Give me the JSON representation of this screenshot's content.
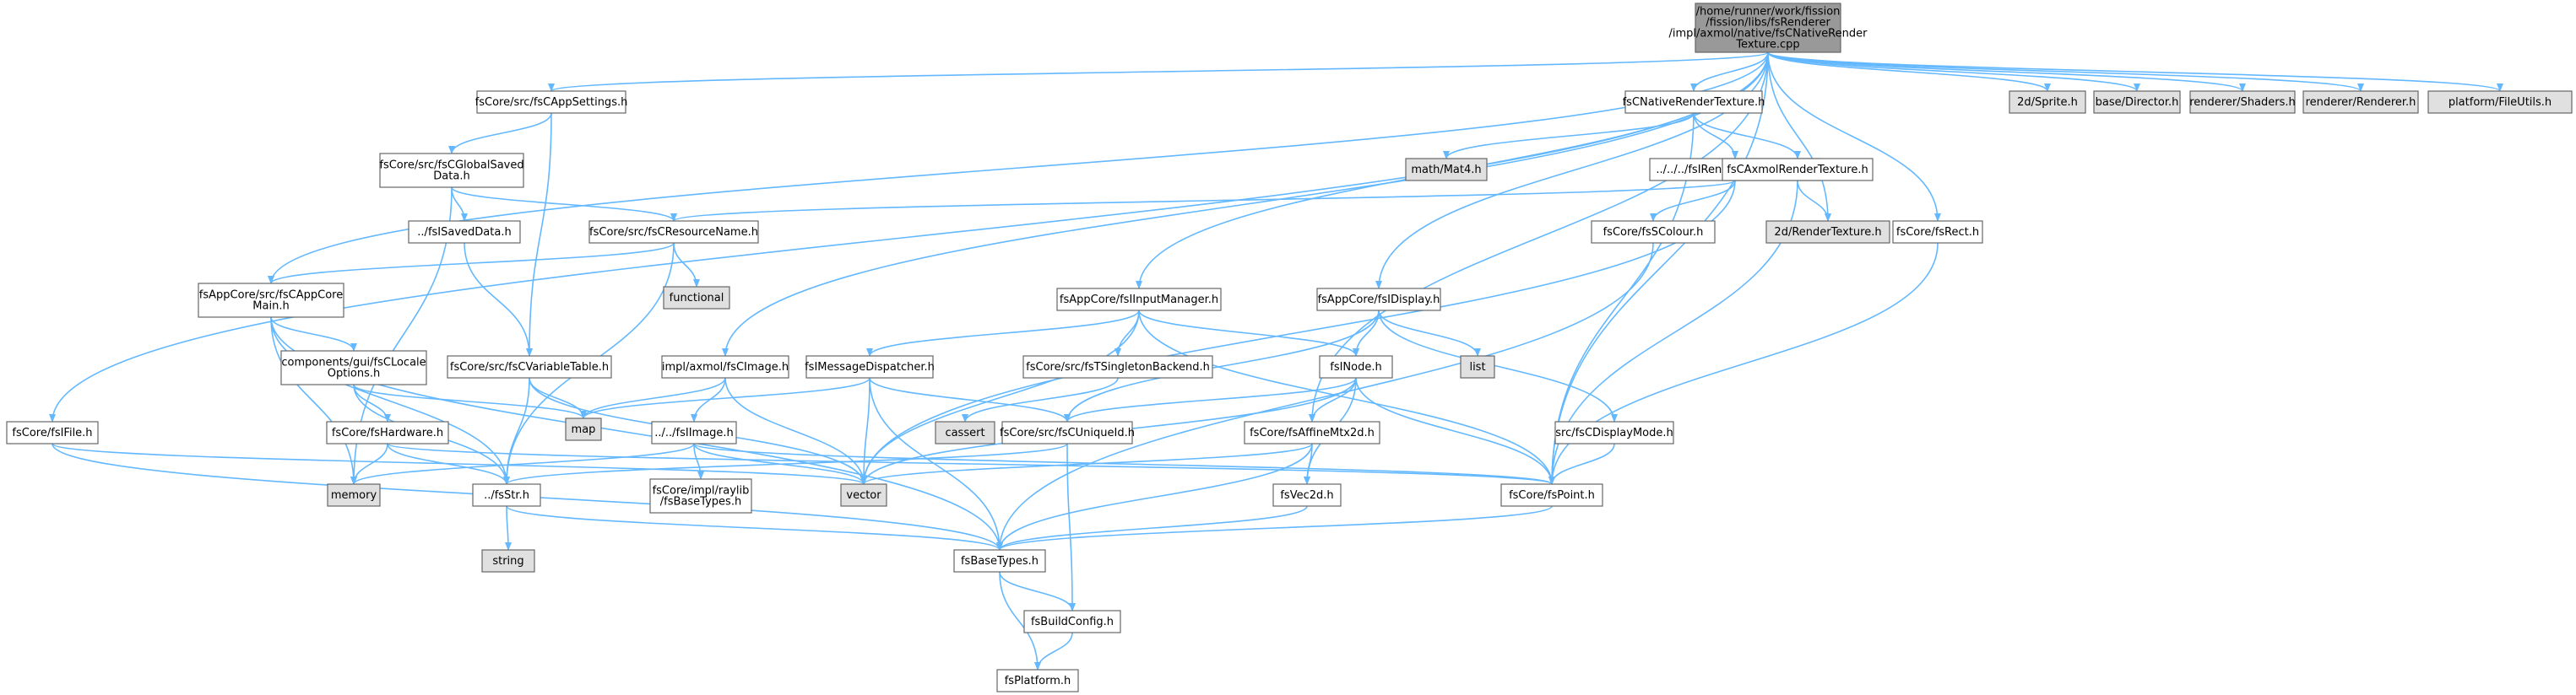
{
  "colors": {
    "edge": "#63b8ff",
    "node_fill": "#ffffff",
    "root_fill": "#999999",
    "external_fill": "#e0e0e0",
    "border": "#666666"
  },
  "nodes": [
    {
      "id": "root",
      "lines": [
        "/home/runner/work/fission",
        "/fission/libs/fsRenderer",
        "/impl/axmol/native/fsCNativeRender",
        "Texture.cpp"
      ],
      "kind": "root"
    },
    {
      "id": "appsettings",
      "lines": [
        "fsCore/src/fsCAppSettings.h"
      ],
      "kind": "file"
    },
    {
      "id": "nativerendertex",
      "lines": [
        "fsCNativeRenderTexture.h"
      ],
      "kind": "file"
    },
    {
      "id": "sprite",
      "lines": [
        "2d/Sprite.h"
      ],
      "kind": "external"
    },
    {
      "id": "director",
      "lines": [
        "base/Director.h"
      ],
      "kind": "external"
    },
    {
      "id": "shaders",
      "lines": [
        "renderer/Shaders.h"
      ],
      "kind": "external"
    },
    {
      "id": "renderer",
      "lines": [
        "renderer/Renderer.h"
      ],
      "kind": "external"
    },
    {
      "id": "fileutils",
      "lines": [
        "platform/FileUtils.h"
      ],
      "kind": "external"
    },
    {
      "id": "globalsaved",
      "lines": [
        "fsCore/src/fsCGlobalSaved",
        "Data.h"
      ],
      "kind": "file"
    },
    {
      "id": "mat4",
      "lines": [
        "math/Mat4.h"
      ],
      "kind": "external"
    },
    {
      "id": "irendertex",
      "lines": [
        "../../../fsIRenderableTexture.h"
      ],
      "kind": "file"
    },
    {
      "id": "axmolrendertex",
      "lines": [
        "fsCAxmolRenderTexture.h"
      ],
      "kind": "file"
    },
    {
      "id": "isaveddata",
      "lines": [
        "../fsISavedData.h"
      ],
      "kind": "file"
    },
    {
      "id": "resourcename",
      "lines": [
        "fsCore/src/fsCResourceName.h"
      ],
      "kind": "file"
    },
    {
      "id": "colour",
      "lines": [
        "fsCore/fsSColour.h"
      ],
      "kind": "file"
    },
    {
      "id": "rendertexture",
      "lines": [
        "2d/RenderTexture.h"
      ],
      "kind": "external"
    },
    {
      "id": "rect",
      "lines": [
        "fsCore/fsRect.h"
      ],
      "kind": "file"
    },
    {
      "id": "functional",
      "lines": [
        "functional"
      ],
      "kind": "external"
    },
    {
      "id": "appcoremain",
      "lines": [
        "fsAppCore/src/fsCAppCore",
        "Main.h"
      ],
      "kind": "file"
    },
    {
      "id": "inputmanager",
      "lines": [
        "fsAppCore/fsIInputManager.h"
      ],
      "kind": "file"
    },
    {
      "id": "idisplay",
      "lines": [
        "fsAppCore/fsIDisplay.h"
      ],
      "kind": "file"
    },
    {
      "id": "localeoptions",
      "lines": [
        "components/gui/fsCLocale",
        "Options.h"
      ],
      "kind": "file"
    },
    {
      "id": "variabletable",
      "lines": [
        "fsCore/src/fsCVariableTable.h"
      ],
      "kind": "file"
    },
    {
      "id": "cimage",
      "lines": [
        "impl/axmol/fsCImage.h"
      ],
      "kind": "file"
    },
    {
      "id": "msgdispatcher",
      "lines": [
        "fsIMessageDispatcher.h"
      ],
      "kind": "file"
    },
    {
      "id": "singletonbackend",
      "lines": [
        "fsCore/src/fsTSingletonBackend.h"
      ],
      "kind": "file"
    },
    {
      "id": "inode",
      "lines": [
        "fsINode.h"
      ],
      "kind": "file"
    },
    {
      "id": "list",
      "lines": [
        "list"
      ],
      "kind": "external"
    },
    {
      "id": "ifile",
      "lines": [
        "fsCore/fsIFile.h"
      ],
      "kind": "file"
    },
    {
      "id": "hardware",
      "lines": [
        "fsCore/fsHardware.h"
      ],
      "kind": "file"
    },
    {
      "id": "map",
      "lines": [
        "map"
      ],
      "kind": "external"
    },
    {
      "id": "iimage",
      "lines": [
        "../../fsIImage.h"
      ],
      "kind": "file"
    },
    {
      "id": "cassert",
      "lines": [
        "cassert"
      ],
      "kind": "external"
    },
    {
      "id": "uniqueid",
      "lines": [
        "fsCore/src/fsCUniqueId.h"
      ],
      "kind": "file"
    },
    {
      "id": "affinemtx",
      "lines": [
        "fsCore/fsAffineMtx2d.h"
      ],
      "kind": "file"
    },
    {
      "id": "displaymode",
      "lines": [
        "src/fsCDisplayMode.h"
      ],
      "kind": "file"
    },
    {
      "id": "memory",
      "lines": [
        "memory"
      ],
      "kind": "external"
    },
    {
      "id": "fsstr",
      "lines": [
        "../fsStr.h"
      ],
      "kind": "file"
    },
    {
      "id": "raylib",
      "lines": [
        "fsCore/impl/raylib",
        "/fsBaseTypes.h"
      ],
      "kind": "file"
    },
    {
      "id": "vector",
      "lines": [
        "vector"
      ],
      "kind": "external"
    },
    {
      "id": "vec2d",
      "lines": [
        "fsVec2d.h"
      ],
      "kind": "file"
    },
    {
      "id": "point",
      "lines": [
        "fsCore/fsPoint.h"
      ],
      "kind": "file"
    },
    {
      "id": "string",
      "lines": [
        "string"
      ],
      "kind": "external"
    },
    {
      "id": "basetypes",
      "lines": [
        "fsBaseTypes.h"
      ],
      "kind": "file"
    },
    {
      "id": "buildconfig",
      "lines": [
        "fsBuildConfig.h"
      ],
      "kind": "file"
    },
    {
      "id": "platform",
      "lines": [
        "fsPlatform.h"
      ],
      "kind": "file"
    }
  ],
  "edges": [
    [
      "root",
      "appsettings"
    ],
    [
      "root",
      "nativerendertex"
    ],
    [
      "root",
      "sprite"
    ],
    [
      "root",
      "director"
    ],
    [
      "root",
      "shaders"
    ],
    [
      "root",
      "renderer"
    ],
    [
      "root",
      "fileutils"
    ],
    [
      "root",
      "appcoremain"
    ],
    [
      "root",
      "inputmanager"
    ],
    [
      "root",
      "idisplay"
    ],
    [
      "root",
      "cimage"
    ],
    [
      "root",
      "ifile"
    ],
    [
      "root",
      "affinemtx"
    ],
    [
      "root",
      "rendertexture"
    ],
    [
      "root",
      "rect"
    ],
    [
      "root",
      "point"
    ],
    [
      "appsettings",
      "globalsaved"
    ],
    [
      "appsettings",
      "variabletable"
    ],
    [
      "nativerendertex",
      "mat4"
    ],
    [
      "nativerendertex",
      "irendertex"
    ],
    [
      "nativerendertex",
      "axmolrendertex"
    ],
    [
      "nativerendertex",
      "point"
    ],
    [
      "globalsaved",
      "isaveddata"
    ],
    [
      "globalsaved",
      "resourcename"
    ],
    [
      "globalsaved",
      "memory"
    ],
    [
      "irendertex",
      "resourcename"
    ],
    [
      "irendertex",
      "colour"
    ],
    [
      "irendertex",
      "vector"
    ],
    [
      "axmolrendertex",
      "rendertexture"
    ],
    [
      "axmolrendertex",
      "point"
    ],
    [
      "isaveddata",
      "variabletable"
    ],
    [
      "resourcename",
      "functional"
    ],
    [
      "resourcename",
      "appcoremain"
    ],
    [
      "resourcename",
      "fsstr"
    ],
    [
      "colour",
      "basetypes"
    ],
    [
      "rect",
      "point"
    ],
    [
      "appcoremain",
      "localeoptions"
    ],
    [
      "appcoremain",
      "memory"
    ],
    [
      "appcoremain",
      "fsstr"
    ],
    [
      "appcoremain",
      "basetypes"
    ],
    [
      "inputmanager",
      "msgdispatcher"
    ],
    [
      "inputmanager",
      "singletonbackend"
    ],
    [
      "inputmanager",
      "inode"
    ],
    [
      "inputmanager",
      "vector"
    ],
    [
      "inputmanager",
      "point"
    ],
    [
      "idisplay",
      "list"
    ],
    [
      "idisplay",
      "inode"
    ],
    [
      "idisplay",
      "uniqueid"
    ],
    [
      "idisplay",
      "displaymode"
    ],
    [
      "localeoptions",
      "hardware"
    ],
    [
      "localeoptions",
      "map"
    ],
    [
      "localeoptions",
      "fsstr"
    ],
    [
      "variabletable",
      "map"
    ],
    [
      "variabletable",
      "fsstr"
    ],
    [
      "variabletable",
      "vector"
    ],
    [
      "cimage",
      "map"
    ],
    [
      "cimage",
      "iimage"
    ],
    [
      "cimage",
      "vector"
    ],
    [
      "msgdispatcher",
      "map"
    ],
    [
      "msgdispatcher",
      "uniqueid"
    ],
    [
      "msgdispatcher",
      "vector"
    ],
    [
      "msgdispatcher",
      "basetypes"
    ],
    [
      "singletonbackend",
      "cassert"
    ],
    [
      "inode",
      "uniqueid"
    ],
    [
      "inode",
      "affinemtx"
    ],
    [
      "inode",
      "vec2d"
    ],
    [
      "inode",
      "point"
    ],
    [
      "inode",
      "vector"
    ],
    [
      "ifile",
      "vector"
    ],
    [
      "ifile",
      "basetypes"
    ],
    [
      "hardware",
      "memory"
    ],
    [
      "hardware",
      "fsstr"
    ],
    [
      "hardware",
      "point"
    ],
    [
      "iimage",
      "memory"
    ],
    [
      "iimage",
      "raylib"
    ],
    [
      "iimage",
      "vector"
    ],
    [
      "iimage",
      "point"
    ],
    [
      "uniqueid",
      "fsstr"
    ],
    [
      "uniqueid",
      "buildconfig"
    ],
    [
      "affinemtx",
      "vec2d"
    ],
    [
      "affinemtx",
      "vector"
    ],
    [
      "affinemtx",
      "basetypes"
    ],
    [
      "displaymode",
      "point"
    ],
    [
      "fsstr",
      "string"
    ],
    [
      "fsstr",
      "basetypes"
    ],
    [
      "vec2d",
      "basetypes"
    ],
    [
      "point",
      "basetypes"
    ],
    [
      "basetypes",
      "buildconfig"
    ],
    [
      "basetypes",
      "platform"
    ],
    [
      "buildconfig",
      "platform"
    ]
  ]
}
